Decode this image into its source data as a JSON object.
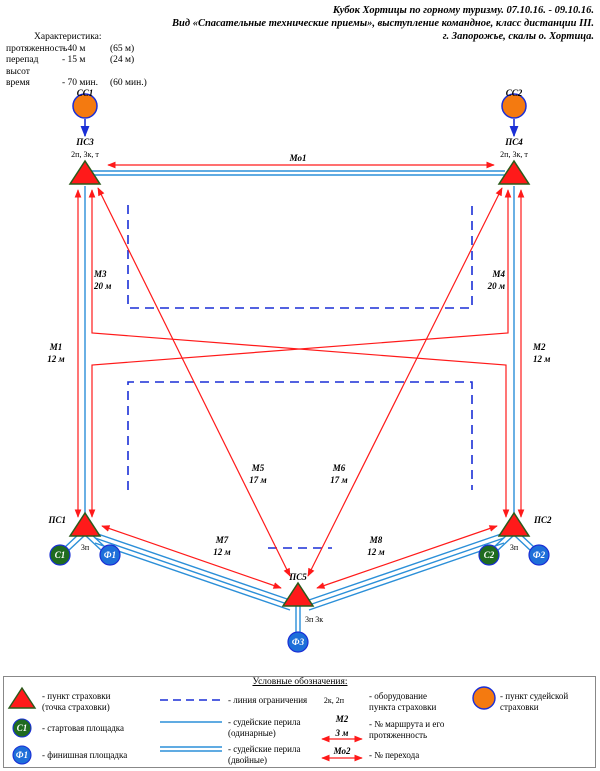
{
  "header": {
    "line1": "Кубок Хортицы по горному туризму. 07.10.16. - 09.10.16.",
    "line2": "Вид «Спасательные технические приемы», выступление командное, класс дистанции III.",
    "line3": "г. Запорожье, скалы о. Хортица."
  },
  "characteristics": {
    "title": "Характеристика:",
    "rows": [
      {
        "key": "протяженность",
        "value": "- 40 м",
        "extra": "(65 м)"
      },
      {
        "key": "перепад высот",
        "value": "- 15 м",
        "extra": "(24 м)"
      },
      {
        "key": "время",
        "value": "- 70 мин.",
        "extra": "(60 мин.)"
      }
    ]
  },
  "diagram": {
    "ss1": "СС1",
    "ss2": "СС2",
    "ps3": "ПС3",
    "ps3_eq": "2п, 3к, т",
    "ps4": "ПС4",
    "ps4_eq": "2п, 3к, т",
    "ps1": "ПС1",
    "ps2": "ПС2",
    "ps5": "ПС5",
    "ps1_eq": "3п",
    "ps2_eq": "3п",
    "ps5_eq": "3п 3к",
    "c1": "С1",
    "c2": "С2",
    "f1": "Ф1",
    "f2": "Ф2",
    "f3": "Ф3",
    "mo1": "Мо1",
    "m1": "М1",
    "m1_len": "12 м",
    "m2": "М2",
    "m2_len": "12 м",
    "m3": "М3",
    "m3_len": "20 м",
    "m4": "М4",
    "m4_len": "20 м",
    "m5": "М5",
    "m5_len": "17 м",
    "m6": "М6",
    "m6_len": "17 м",
    "m7": "М7",
    "m7_len": "12 м",
    "m8": "М8",
    "m8_len": "12 м"
  },
  "colors": {
    "red": "#ff1a1a",
    "triangle_outline": "#2a5a1a",
    "blue": "#1a2fd6",
    "rail": "#2b8fd8",
    "green": "#1f6b1f",
    "finish": "#1e6fd9",
    "orange": "#f47a10"
  },
  "legend": {
    "title": "Условные обозначения:",
    "belay_point": "- пункт страховки\n(точка страховки)",
    "start": "- стартовая площадка",
    "finish": "- финишная площадка",
    "boundary": "- линия ограничения",
    "rail_single": "- судейские перила\n(одинарные)",
    "rail_double": "- судейские перила\n(двойные)",
    "equip_sample": "2к, 2п",
    "equip": "- оборудование\nпункта страховки",
    "route_sample_name": "М2",
    "route_sample_len": "3 м",
    "route": "- № маршрута и его\nпротяженность",
    "transition_sample": "Мо2",
    "transition": "- № перехода",
    "judge": "- пункт судейской\nстраховки",
    "c1": "С1",
    "f1": "Ф1"
  }
}
